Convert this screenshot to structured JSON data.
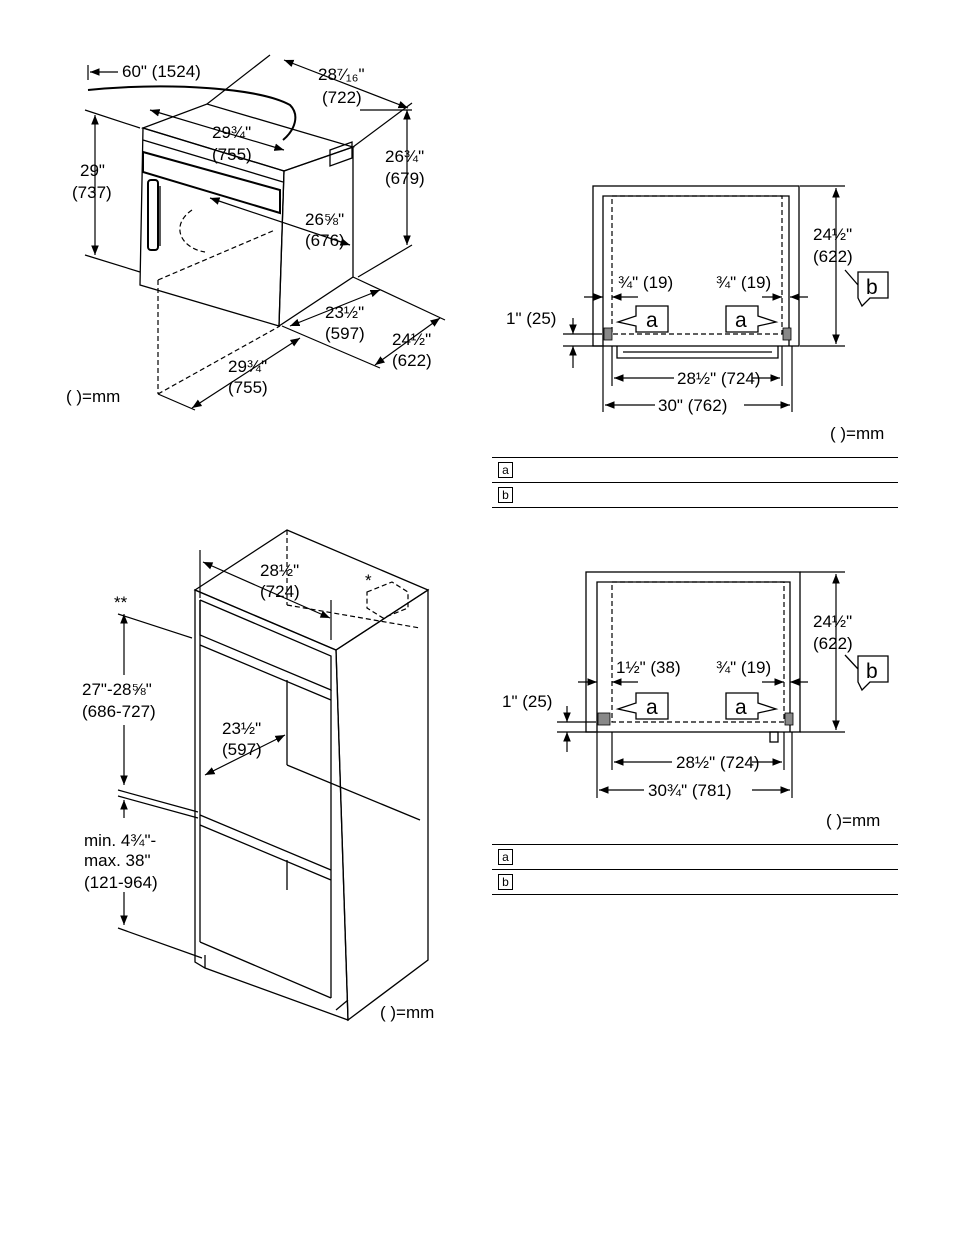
{
  "fig1": {
    "cord_length": "60\" (1524)",
    "depth_in": "28⁷⁄₁₆\"",
    "depth_mm": "(722)",
    "top_width_in": "29¾\"",
    "top_width_mm": "(755)",
    "height_in": "29\"",
    "height_mm": "(737)",
    "side_height_in": "26¾\"",
    "side_height_mm": "(679)",
    "inner_height_in": "26⅝\"",
    "inner_height_mm": "(676)",
    "body_depth_in": "23½\"",
    "body_depth_mm": "(597)",
    "overall_depth_in": "24½\"",
    "overall_depth_mm": "(622)",
    "bottom_width_in": "29¾\"",
    "bottom_width_mm": "(755)",
    "units": "( )=mm"
  },
  "fig2": {
    "depth_in": "24½\"",
    "depth_mm": "(622)",
    "left_gap": "¾\" (19)",
    "right_gap": "¾\" (19)",
    "bottom_gap": "1\" (25)",
    "inner_width": "28½\" (724)",
    "outer_width": "30\" (762)",
    "callout_a": "a",
    "callout_b": "b",
    "units": "( )=mm",
    "legend": [
      {
        "key": "a",
        "text": ""
      },
      {
        "key": "b",
        "text": ""
      }
    ]
  },
  "fig3": {
    "cab_width_in": "28½\"",
    "cab_width_mm": "(724)",
    "star": "*",
    "double_star": "**",
    "opening_in": "27\"-28⅝\"",
    "opening_mm": "(686-727)",
    "cab_depth_in": "23½\"",
    "cab_depth_mm": "(597)",
    "floor_min": "min. 4¾\"-",
    "floor_max": "max. 38\"",
    "floor_mm": "(121-964)",
    "units": "( )=mm"
  },
  "fig4": {
    "depth_in": "24½\"",
    "depth_mm": "(622)",
    "left_gap": "1½\" (38)",
    "right_gap": "¾\" (19)",
    "bottom_gap": "1\" (25)",
    "inner_width": "28½\" (724)",
    "outer_width": "30¾\" (781)",
    "callout_a": "a",
    "callout_b": "b",
    "units": "( )=mm",
    "legend": [
      {
        "key": "a",
        "text": ""
      },
      {
        "key": "b",
        "text": ""
      }
    ]
  }
}
